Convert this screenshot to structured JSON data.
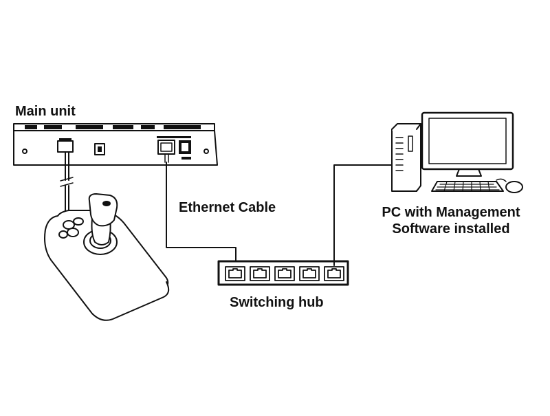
{
  "labels": {
    "main_unit": "Main unit",
    "ethernet_cable": "Ethernet Cable",
    "switching_hub": "Switching hub",
    "pc_line1": "PC with Management",
    "pc_line2": "Software installed"
  },
  "icons": {
    "main_unit": "main-unit-icon",
    "joystick": "joystick-controller-icon",
    "hub": "switching-hub-icon",
    "pc": "desktop-pc-icon"
  },
  "colors": {
    "line": "#111111",
    "background": "#ffffff"
  }
}
